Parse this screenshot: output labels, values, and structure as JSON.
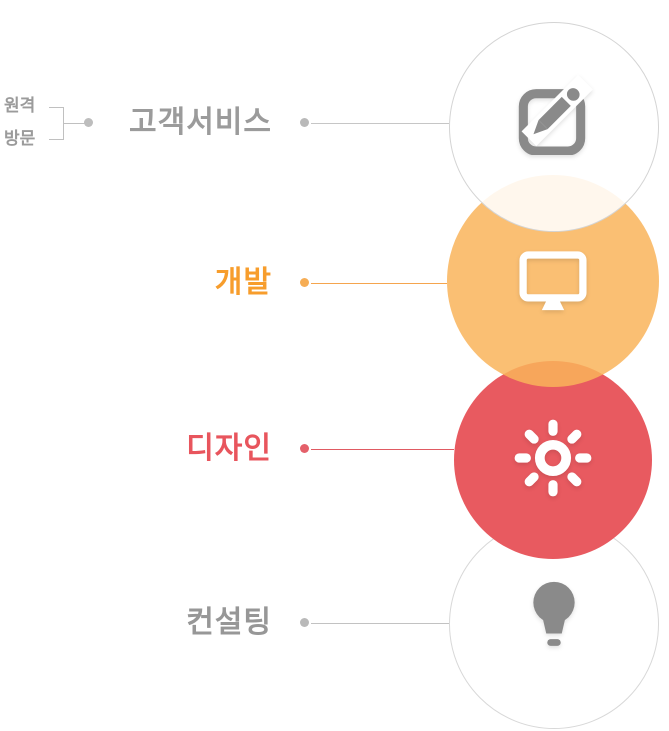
{
  "diagram": {
    "background": "#ffffff",
    "rows": [
      {
        "label": "고객서비스",
        "label_color": "#9b9b9b",
        "sub_labels": [
          "원격",
          "방문"
        ],
        "line_color": "#c6c6c6",
        "dot_color": "#b9b9b9",
        "circle_color": "rgba(255,255,255,0.87)",
        "circle_border": "#d4d4d4",
        "icon": "edit-icon",
        "icon_color": "#8a8a8a"
      },
      {
        "label": "개발",
        "label_color": "#f79d2c",
        "line_color": "#f5a54e",
        "dot_color": "#f6ad55",
        "circle_color": "#f9b45a",
        "icon": "monitor-icon",
        "icon_color": "#ffffff"
      },
      {
        "label": "디자인",
        "label_color": "#e8555d",
        "line_color": "#e05a62",
        "dot_color": "#e4606a",
        "circle_color": "#e85a60",
        "icon": "sun-icon",
        "icon_color": "#ffffff"
      },
      {
        "label": "컨설팅",
        "label_color": "#979797",
        "line_color": "#c2c2c2",
        "dot_color": "#b9b9b9",
        "circle_color": "#ffffff",
        "circle_border": "#d8d8d8",
        "icon": "bulb-icon",
        "icon_color": "#8a8a8a"
      }
    ]
  }
}
